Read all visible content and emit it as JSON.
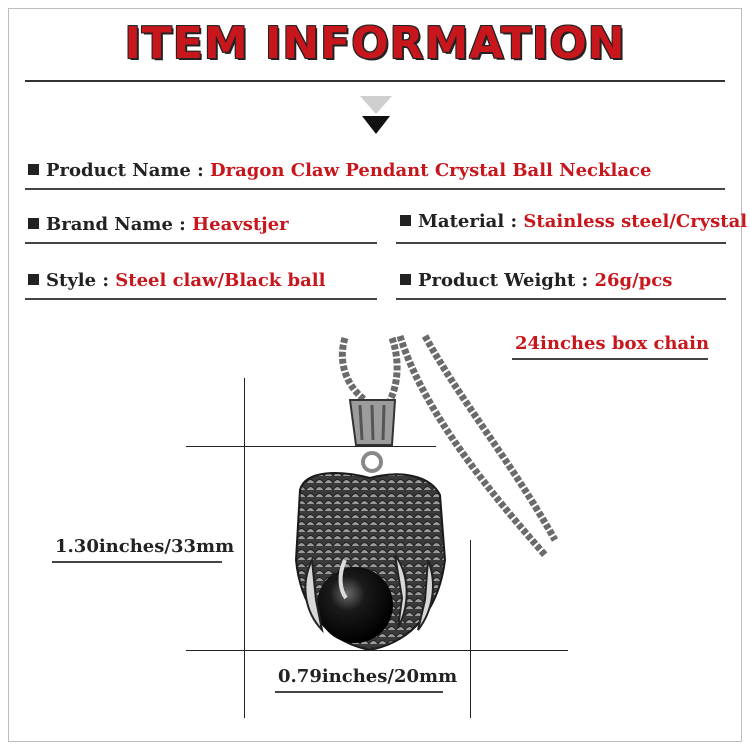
{
  "header": {
    "title": "ITEM INFORMATION"
  },
  "specs": {
    "product_name": {
      "label": "Product Name :",
      "value": "Dragon Claw Pendant Crystal Ball Necklace"
    },
    "brand_name": {
      "label": "Brand Name :",
      "value": "Heavstjer"
    },
    "material": {
      "label": "Material :",
      "value": "Stainless steel/Crystal"
    },
    "style": {
      "label": "Style :",
      "value": "Steel claw/Black ball"
    },
    "product_weight": {
      "label": "Product Weight :",
      "value": "26g/pcs"
    }
  },
  "dimensions": {
    "chain": "24inches box chain",
    "height": "1.30inches/33mm",
    "width": "0.79inches/20mm"
  },
  "colors": {
    "accent": "#c8161d",
    "text": "#222222"
  },
  "icons": {
    "section_arrow": "chevron-down-icon",
    "bullet": "square-bullet-icon"
  }
}
